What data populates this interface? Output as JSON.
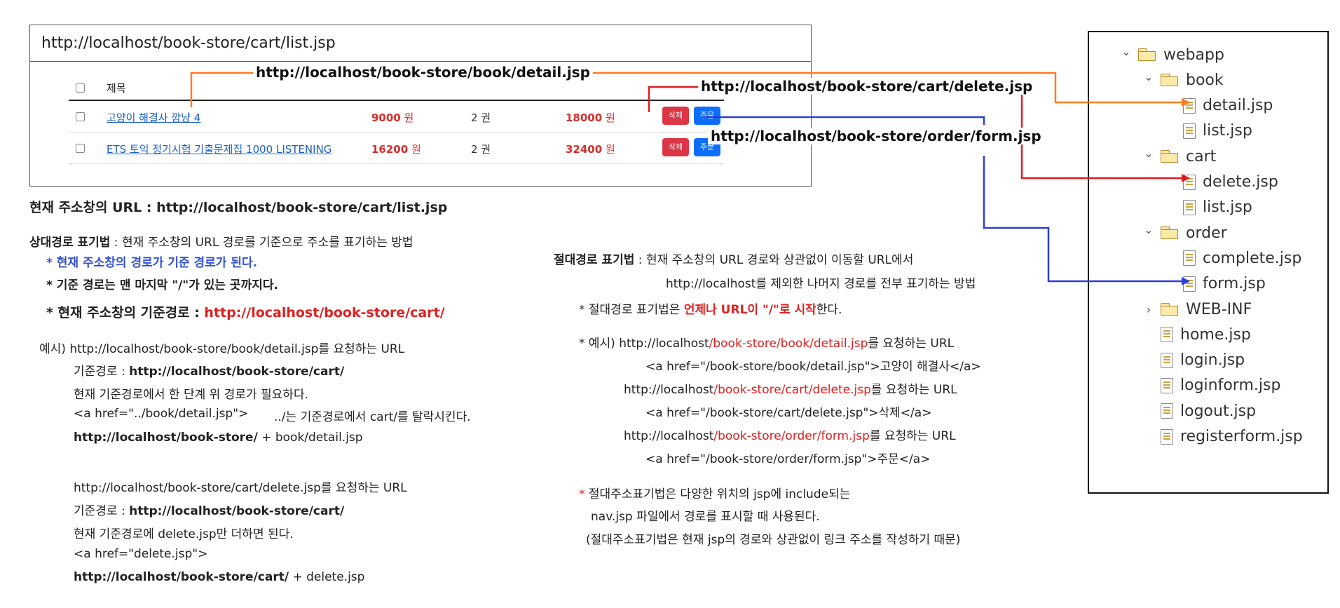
{
  "browser": {
    "address": "http://localhost/book-store/cart/list.jsp",
    "header_title": "제목",
    "rows": [
      {
        "title": "고양이 해결사 깜냥 4",
        "price": "9000",
        "price_unit": " 원",
        "qty": "2 권",
        "total": "18000",
        "total_unit": " 원",
        "delete_label": "삭제",
        "order_label": "주문"
      },
      {
        "title": "ETS 토익 정기시험 기출문제집 1000 LISTENING",
        "price": "16200",
        "price_unit": " 원",
        "qty": "2 권",
        "total": "32400",
        "total_unit": " 원",
        "delete_label": "삭제",
        "order_label": "주문"
      }
    ]
  },
  "callouts": {
    "detail_url": "http://localhost/book-store/book/detail.jsp",
    "delete_url": "http://localhost/book-store/cart/delete.jsp",
    "order_url": "http://localhost/book-store/order/form.jsp"
  },
  "colors": {
    "orange": "#ff7a1f",
    "red": "#e01b24",
    "blue": "#2b3fd6"
  },
  "tree": {
    "nodes": [
      {
        "label": "webapp",
        "type": "folder",
        "chevron": "down"
      },
      {
        "label": "book",
        "type": "folder",
        "chevron": "down"
      },
      {
        "label": "detail.jsp",
        "type": "file"
      },
      {
        "label": "list.jsp",
        "type": "file"
      },
      {
        "label": "cart",
        "type": "folder",
        "chevron": "down"
      },
      {
        "label": "delete.jsp",
        "type": "file"
      },
      {
        "label": "list.jsp",
        "type": "file"
      },
      {
        "label": "order",
        "type": "folder",
        "chevron": "down"
      },
      {
        "label": "complete.jsp",
        "type": "file"
      },
      {
        "label": "form.jsp",
        "type": "file"
      },
      {
        "label": "WEB-INF",
        "type": "folder",
        "chevron": "right"
      },
      {
        "label": "home.jsp",
        "type": "file"
      },
      {
        "label": "login.jsp",
        "type": "file"
      },
      {
        "label": "loginform.jsp",
        "type": "file"
      },
      {
        "label": "logout.jsp",
        "type": "file"
      },
      {
        "label": "registerform.jsp",
        "type": "file"
      }
    ]
  },
  "left": {
    "current_url": "현재 주소창의 URL : http://localhost/book-store/cart/list.jsp",
    "rel_title": "상대경로 표기법",
    "rel_desc": " : 현재 주소창의 URL 경로를 기준으로 주소를 표기하는 방법",
    "rel_note1": "* 현재 주소창의 경로가 기준 경로가 된다.",
    "rel_note2": "* 기준 경로는 맨 마지막 \"/\"가 있는 곳까지다.",
    "rel_note3_prefix": "* 현재 주소창의 기준경로 : ",
    "rel_note3_url": "http://localhost/book-store/cart/",
    "ex1_line1": "예시) http://localhost/book-store/book/detail.jsp를 요청하는 URL",
    "ex1_base_prefix": "기준경로 : ",
    "ex1_base_url": "http://localhost/book-store/cart/",
    "ex1_line3": "현재 기준경로에서 한 단계 위 경로가 필요하다.",
    "ex1_line4a": "<a href=\"../book/detail.jsp\">",
    "ex1_line4b": "../는 기준경로에서 cart/를 탈락시킨다.",
    "ex1_line5_bold": "http://localhost/book-store/",
    "ex1_line5_rest": " + book/detail.jsp",
    "ex2_line1": "http://localhost/book-store/cart/delete.jsp를 요청하는 URL",
    "ex2_base_prefix": "기준경로 : ",
    "ex2_base_url": "http://localhost/book-store/cart/",
    "ex2_line3": "현재 기준경로에 delete.jsp만 더하면 된다.",
    "ex2_line4": "<a href=\"delete.jsp\">",
    "ex2_line5_bold": "http://localhost/book-store/cart/",
    "ex2_line5_rest": " + delete.jsp"
  },
  "right": {
    "abs_title": "절대경로 표기법",
    "abs_desc1": " : 현재 주소창의 URL 경로와 상관없이 이동할 URL에서",
    "abs_desc2": "http://localhost를 제외한 나머지 경로를 전부 표기하는 방법",
    "note_prefix": "* 절대경로 표기법은 ",
    "note_red": "언제나 URL이 \"/\"로 시작",
    "note_suffix": "한다.",
    "ex_prefix": "* 예시) ",
    "examples": [
      {
        "host": "http://localhost",
        "path": "/book-store/book/detail.jsp",
        "suffix": "를 요청하는 URL",
        "anchor": "<a href=\"/book-store/book/detail.jsp\">고양이 해결사</a>"
      },
      {
        "host": "http://localhost",
        "path": "/book-store/cart/delete.jsp",
        "suffix": "를 요청하는 URL",
        "anchor": "<a href=\"/book-store/cart/delete.jsp\">삭제</a>"
      },
      {
        "host": "http://localhost",
        "path": "/book-store/order/form.jsp",
        "suffix": "를 요청하는 URL",
        "anchor": "<a href=\"/book-store/order/form.jsp\">주문</a>"
      }
    ],
    "final_star": "*",
    "final1": " 절대주소표기법은  다양한 위치의 jsp에 include되는",
    "final2": "nav.jsp 파일에서 경로를 표시할 때 사용된다.",
    "final3": "(절대주소표기법은 현재 jsp의 경로와 상관없이 링크 주소를 작성하기 때문)"
  }
}
